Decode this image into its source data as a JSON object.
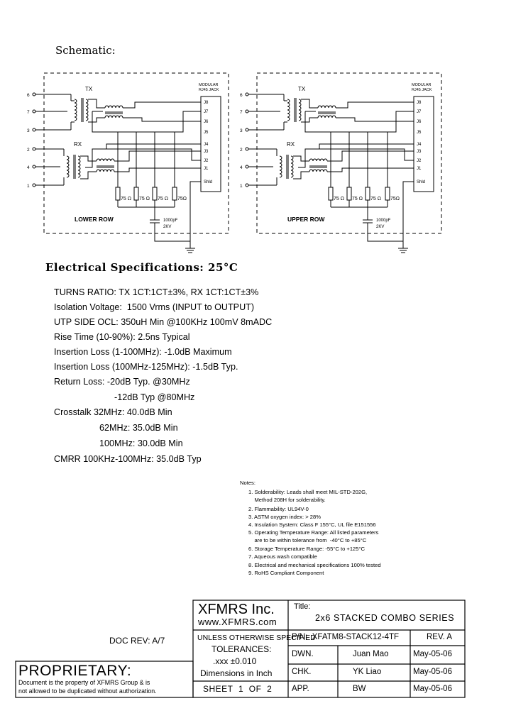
{
  "header": {
    "title": "Schematic:"
  },
  "schematic": {
    "modular_label_1": "MODULAR",
    "modular_label_2": "RJ45 JACK",
    "tx_label": "TX",
    "rx_label": "RX",
    "left_pins": [
      "6",
      "7",
      "3",
      "2",
      "4",
      "1"
    ],
    "jack_pins": [
      "J8",
      "J7",
      "J6",
      "J5",
      "J4",
      "J3",
      "J2",
      "J1",
      "Shld"
    ],
    "resistors": [
      "75 Ω",
      "75 Ω",
      "75 Ω",
      "75Ω"
    ],
    "cap_value": "1000pF",
    "cap_voltage": "2KV",
    "lower_label": "LOWER ROW",
    "upper_label": "UPPER ROW"
  },
  "electrical": {
    "title": "Electrical Specifications: 25°C",
    "specs": [
      "TURNS RATIO: TX 1CT:1CT±3%, RX 1CT:1CT±3%",
      "Isolation Voltage:  1500 Vrms (INPUT to OUTPUT)",
      "UTP SIDE OCL: 350uH Min @100KHz 100mV 8mADC",
      "Rise Time (10-90%): 2.5ns Typical",
      "Insertion Loss (1-100MHz): -1.0dB Maximum",
      "Insertion Loss (100MHz-125MHz): -1.5dB Typ.",
      "Return Loss: -20dB Typ. @30MHz",
      "-12dB Typ @80MHz",
      "Crosstalk 32MHz: 40.0dB Min",
      "62MHz: 35.0dB Min",
      "100MHz: 30.0dB Min",
      "CMRR 100KHz-100MHz: 35.0dB Typ"
    ]
  },
  "notes": {
    "title": "Notes:",
    "lines": [
      "1. Solderability: Leads shall meet MIL-STD-202G,",
      "    Method 208H for solderability.",
      "2. Flammability: UL94V-0",
      "3. ASTM oxygen index: > 28%",
      "4. Insulation System: Class F 155°C, UL file E151556",
      "5. Operating Temperature Range: All listed parameters",
      "    are to be within tolerance from  -40°C to +85°C",
      "6. Storage Temperature Range: -55°C to +125°C",
      "7. Aqueous wash compatible",
      "8. Electrical and mechanical specifications 100% tested",
      "9. RoHS Compliant Component"
    ]
  },
  "title_block": {
    "company": "XFMRS Inc.",
    "website": "www.XFMRS.com",
    "title_label": "Title:",
    "title_value": "2x6 STACKED COMBO SERIES",
    "unless": "UNLESS OTHERWISE SPECIFIED",
    "tolerances": "TOLERANCES:",
    "tol_value": ".xxx ±0.010",
    "dimensions": "Dimensions in Inch",
    "sheet": "SHEET  1  OF  2",
    "pn": "P/N:  XFATM8-STACK12-4TF",
    "rev": "REV. A",
    "rows": [
      {
        "label": "DWN.",
        "name": "Juan Mao",
        "date": "May-05-06"
      },
      {
        "label": "CHK.",
        "name": "YK Liao",
        "date": "May-05-06"
      },
      {
        "label": "APP.",
        "name": "BW",
        "date": "May-05-06"
      }
    ],
    "doc_rev": "DOC REV: A/7",
    "proprietary": "PROPRIETARY:",
    "prop_line1": "Document is the property of XFMRS Group & is",
    "prop_line2": "not allowed to be duplicated without authorization."
  }
}
